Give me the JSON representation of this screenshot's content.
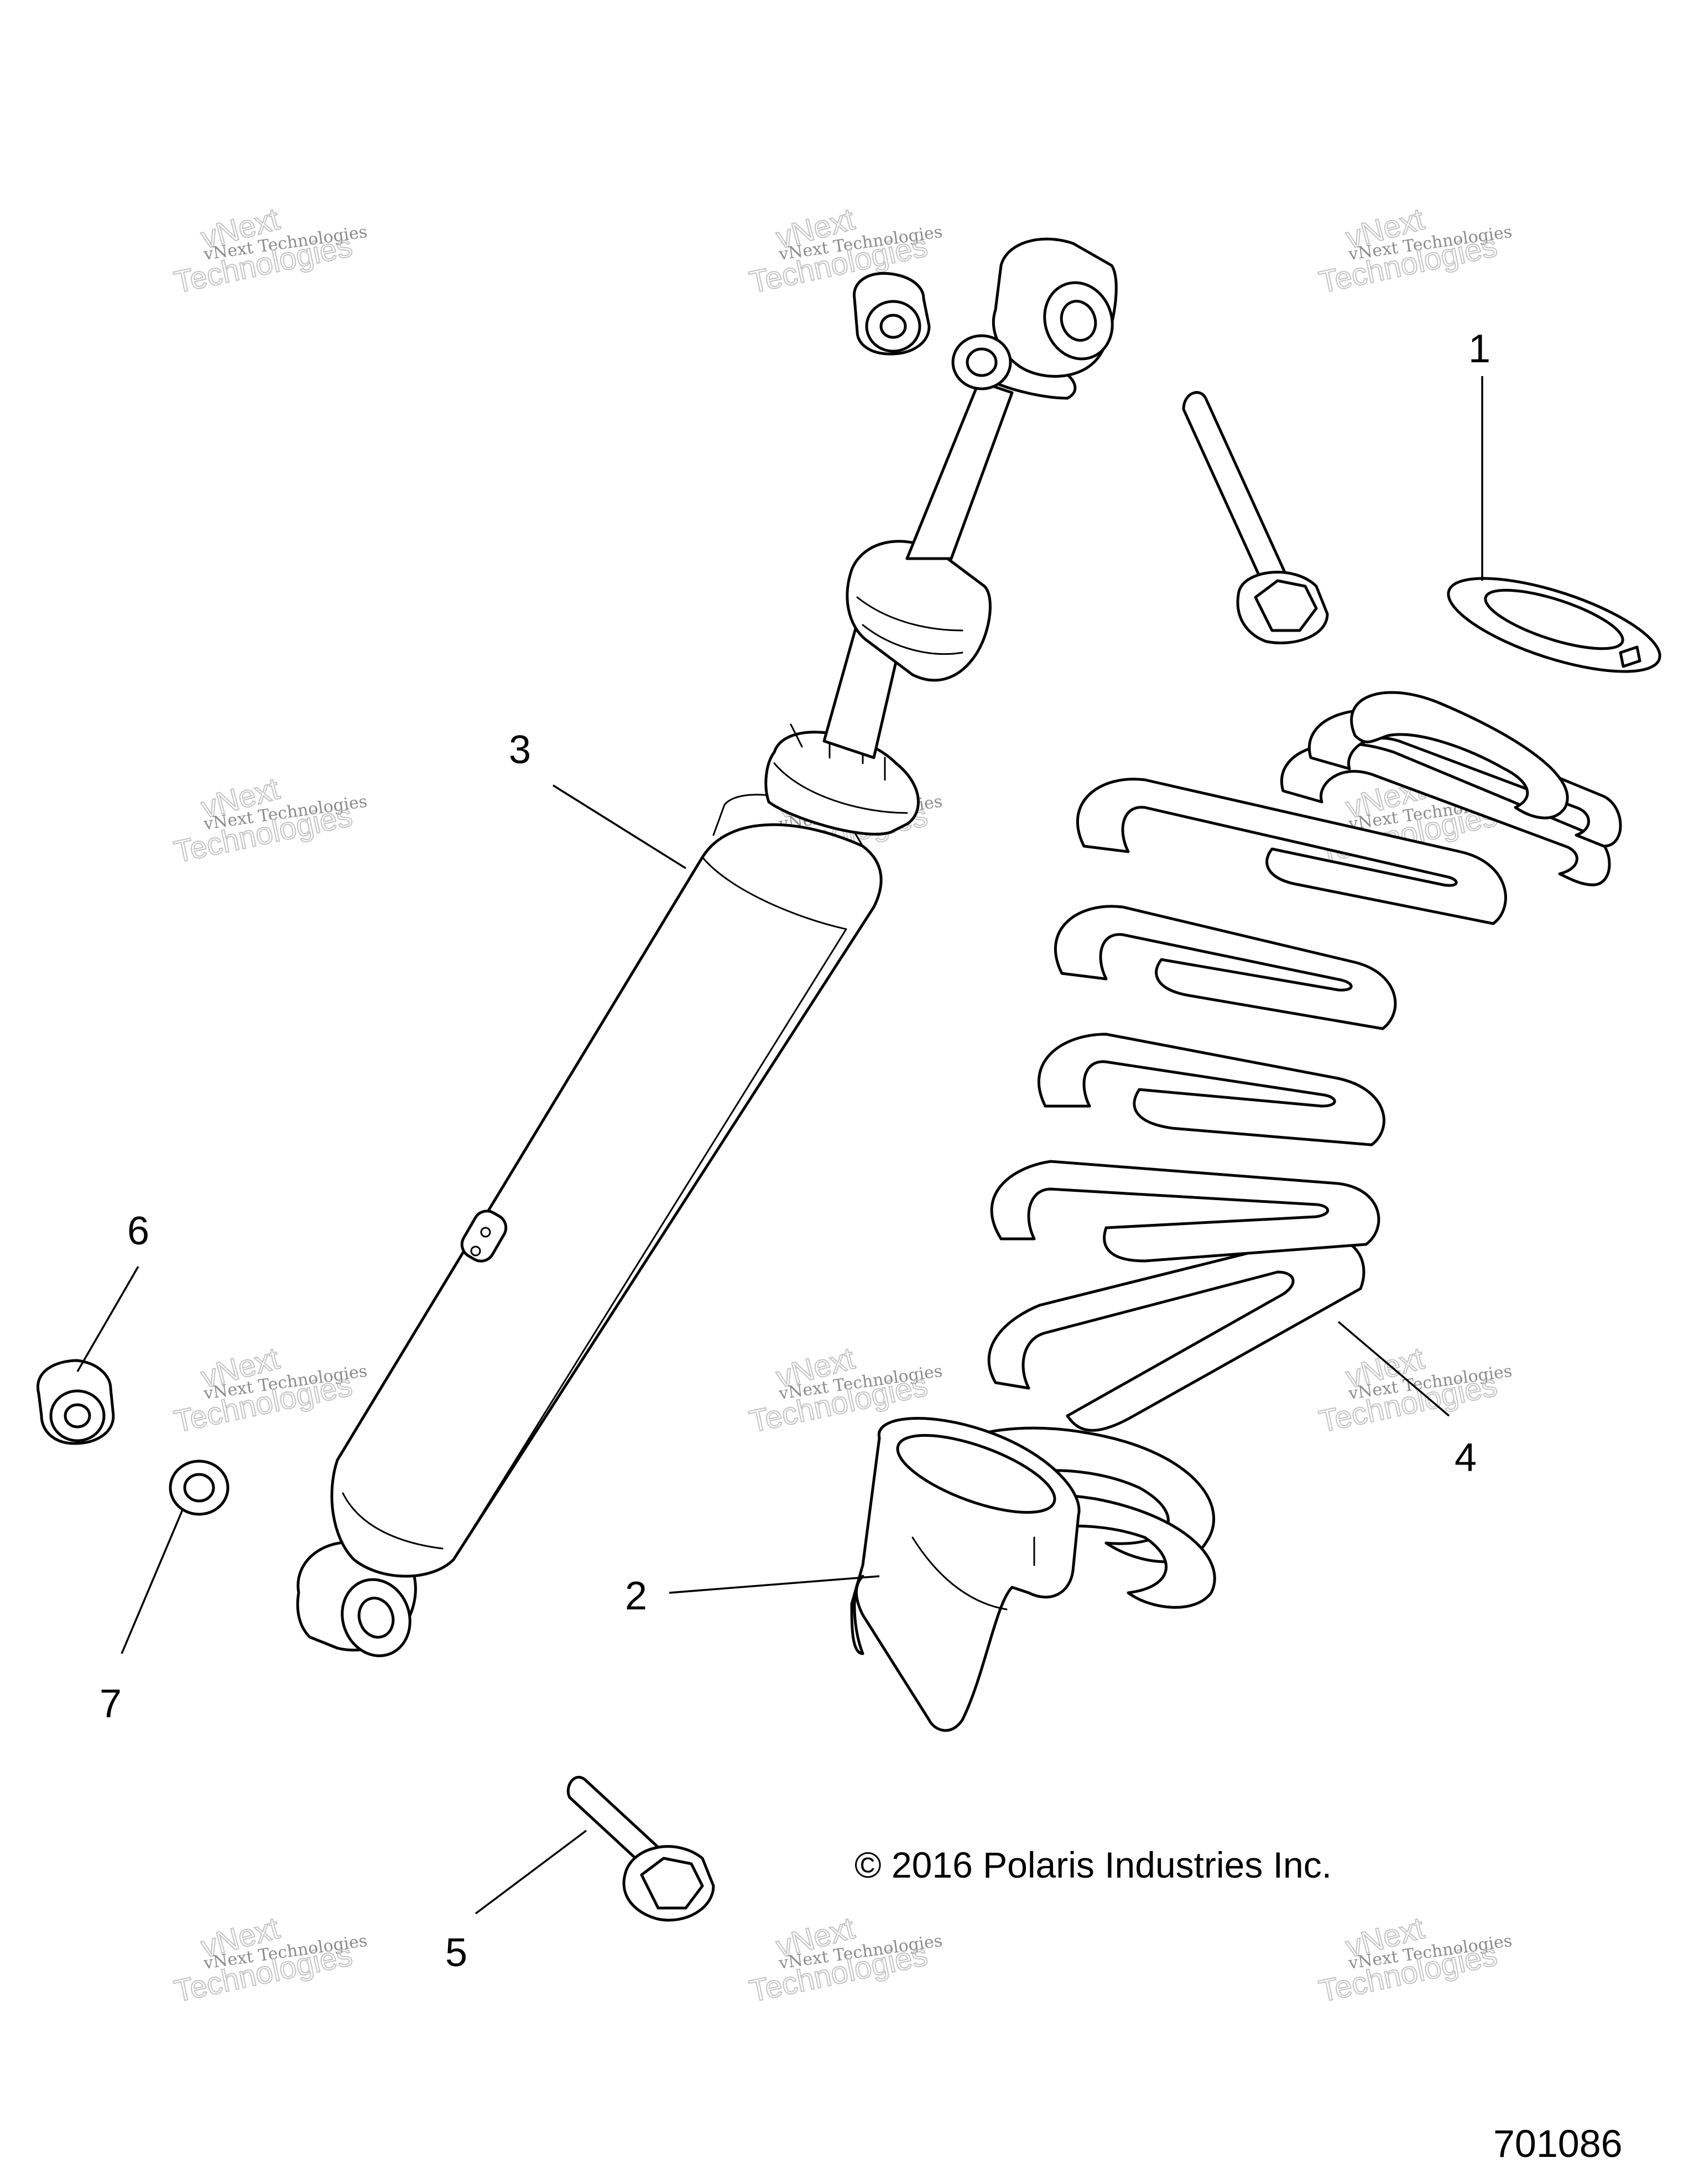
{
  "callouts": [
    {
      "id": "1",
      "label": "1"
    },
    {
      "id": "2",
      "label": "2"
    },
    {
      "id": "3",
      "label": "3"
    },
    {
      "id": "4",
      "label": "4"
    },
    {
      "id": "5",
      "label": "5"
    },
    {
      "id": "6",
      "label": "6"
    },
    {
      "id": "7",
      "label": "7"
    }
  ],
  "copyright": "© 2016 Polaris Industries Inc.",
  "figure_number": "701086",
  "watermark": {
    "line1": "vNext",
    "line2": "vNext Technologies",
    "line3": "Technologies"
  },
  "colors": {
    "line": "#000000",
    "watermark": "#bdbdbd",
    "background": "#ffffff"
  }
}
